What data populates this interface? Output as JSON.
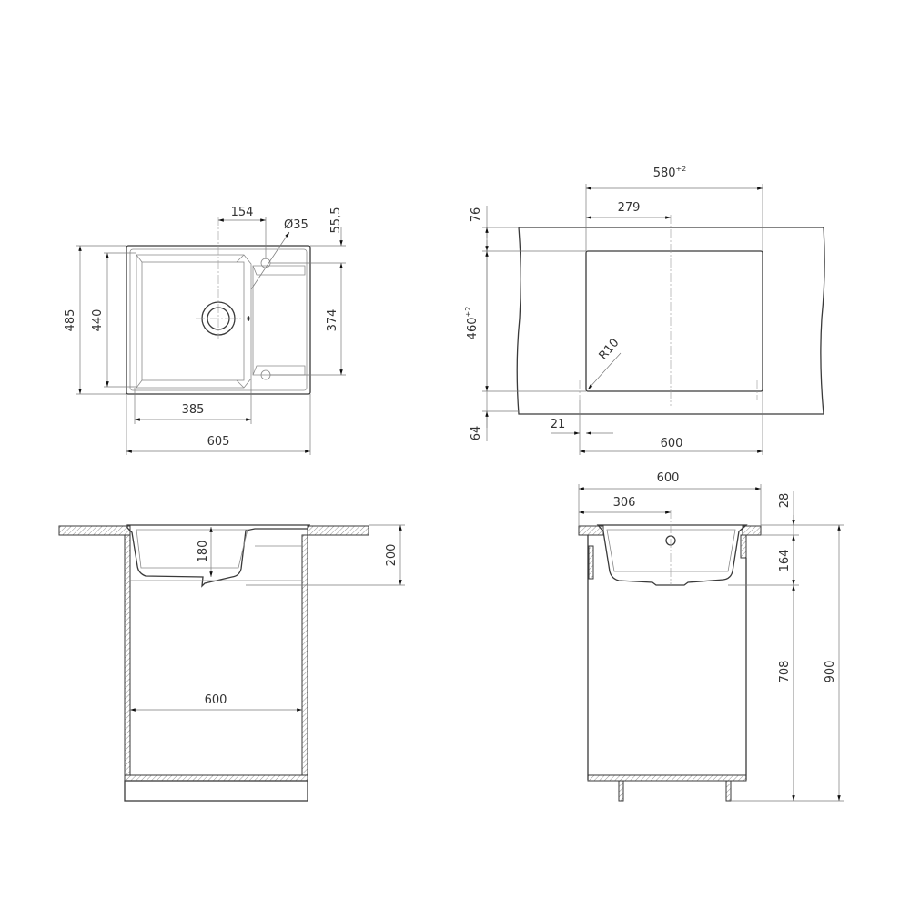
{
  "top_view": {
    "width": "605",
    "height": "485",
    "bowl_length": "440",
    "bowl_width": "385",
    "drain_offset": "154",
    "tap_hole": "Ø35",
    "tap_offset": "55,5",
    "hole_spacing": "374"
  },
  "cutout_view": {
    "width": "580",
    "width_tol": "+2",
    "height": "460",
    "height_tol": "+2",
    "center_offset": "279",
    "top_margin": "76",
    "bottom_margin": "64",
    "side_offset": "21",
    "cabinet_width": "600",
    "corner_radius": "R10"
  },
  "front_section": {
    "bowl_depth": "180",
    "total_depth": "200",
    "cabinet_inner_width": "600"
  },
  "side_section": {
    "width": "600",
    "drain_offset": "306",
    "countertop_thickness": "28",
    "bowl_depth": "164",
    "below_sink": "708",
    "total_height": "900"
  }
}
